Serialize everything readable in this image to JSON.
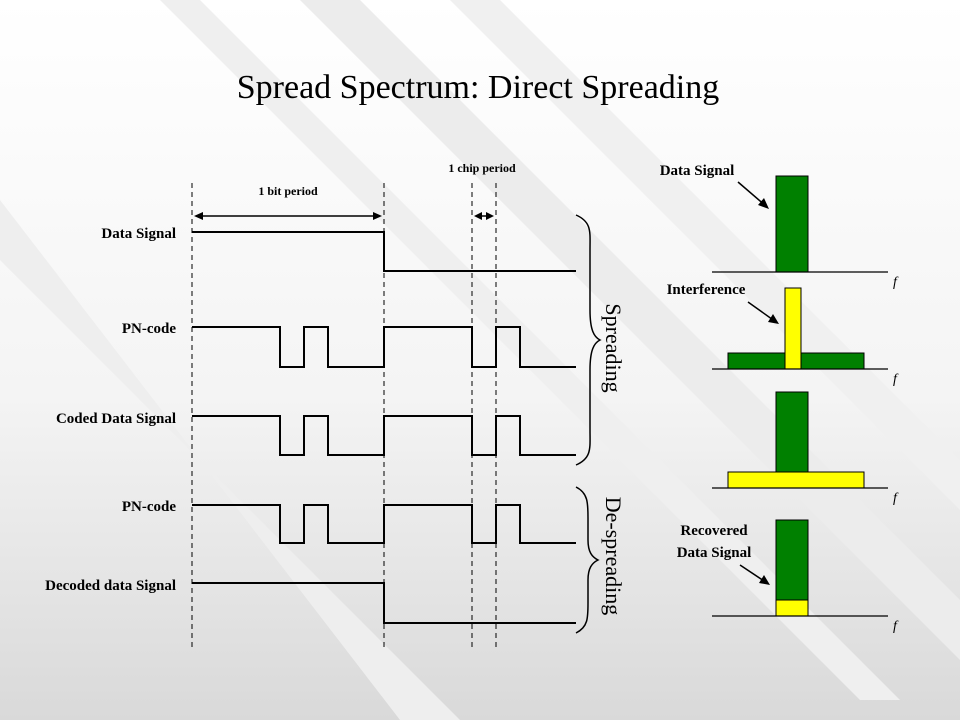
{
  "title": "Spread Spectrum: Direct Spreading",
  "annotations": {
    "bit_period": "1 bit period",
    "chip_period": "1 chip period"
  },
  "signals": [
    "Data Signal",
    "PN-code",
    "Coded Data Signal",
    "PN-code",
    "Decoded data Signal"
  ],
  "groups": {
    "spreading": "Spreading",
    "despreading": "De-spreading"
  },
  "spectrum": {
    "data_signal": "Data Signal",
    "interference": "Interference",
    "recovered_line1": "Recovered",
    "recovered_line2": "Data Signal",
    "axis_label": "f"
  },
  "colors": {
    "green": "#008000",
    "yellow": "#ffff00",
    "stripe": "#ebebeb"
  }
}
